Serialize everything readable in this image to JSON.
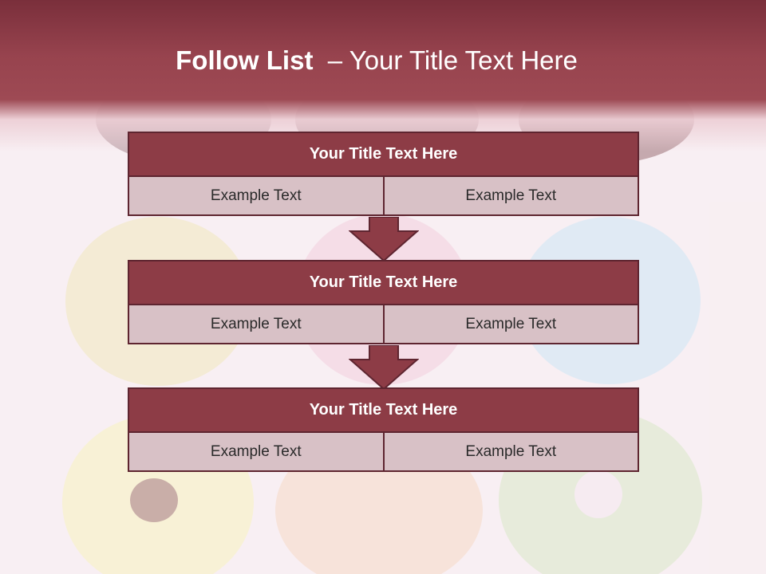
{
  "slide": {
    "title_bold": "Follow List",
    "title_rest": "  – Your Title Text Here"
  },
  "colors": {
    "header": "#97434e",
    "block_header": "#8d3c46",
    "block_border": "#5e2530",
    "cell": "#d8c1c6"
  },
  "blocks": [
    {
      "title": "Your Title Text Here",
      "cells": [
        "Example Text",
        "Example Text"
      ]
    },
    {
      "title": "Your Title Text Here",
      "cells": [
        "Example Text",
        "Example Text"
      ]
    },
    {
      "title": "Your Title Text Here",
      "cells": [
        "Example Text",
        "Example Text"
      ]
    }
  ],
  "connectors": [
    "down-arrow-icon",
    "down-arrow-icon"
  ]
}
